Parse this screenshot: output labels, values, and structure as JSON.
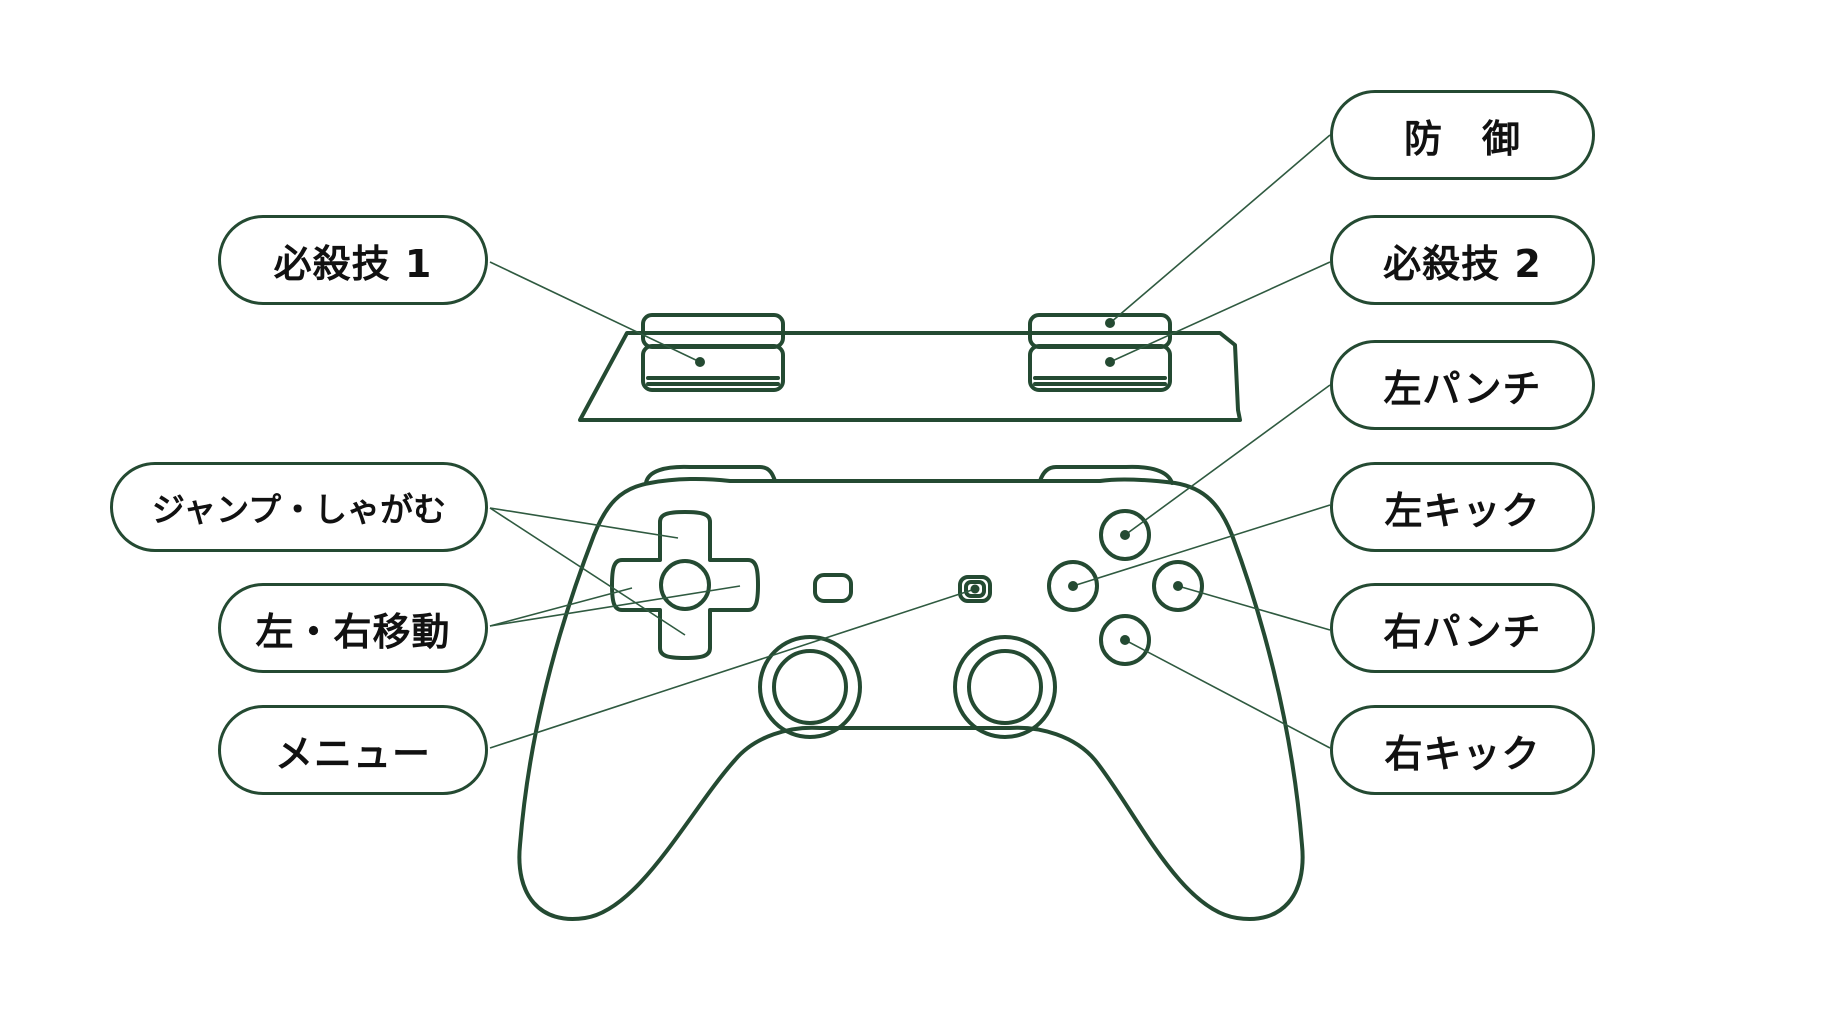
{
  "theme": {
    "line": "#244a32",
    "leader": "#2f5a40",
    "text": "#111111"
  },
  "labels": {
    "special1": "必殺技 1",
    "defend": "防　御",
    "special2": "必殺技 2",
    "jump_crouch": "ジャンプ・しゃがむ",
    "move": "左・右移動",
    "menu": "メニュー",
    "left_punch": "左パンチ",
    "left_kick": "左キック",
    "right_punch": "右パンチ",
    "right_kick": "右キック"
  }
}
